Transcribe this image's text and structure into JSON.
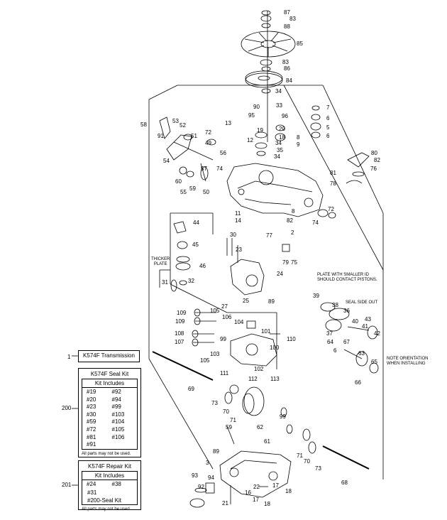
{
  "callouts": {
    "n87": "87",
    "n83a": "83",
    "n88": "88",
    "n85": "85",
    "n83b": "83",
    "n86": "86",
    "n84": "84",
    "n34a": "34",
    "n90": "90",
    "n95": "95",
    "n13": "13",
    "n96": "96",
    "n19": "19",
    "n20": "20",
    "n18": "18",
    "n12": "12",
    "n33": "33",
    "n34b": "34",
    "n35": "35",
    "n34c": "34",
    "n7": "7",
    "n6a": "6",
    "n5": "5",
    "n6b": "6",
    "n8": "8",
    "n9": "9",
    "n58": "58",
    "n53": "53",
    "n52": "52",
    "n91": "91",
    "n51": "51",
    "n72a": "72",
    "n49": "49",
    "n56": "56",
    "n54": "54",
    "n57": "57",
    "n74a": "74",
    "n60": "60",
    "n55": "55",
    "n59": "59",
    "n50": "50",
    "n80": "80",
    "n82a": "82",
    "n76": "76",
    "n81": "81",
    "n78": "78",
    "n11": "11",
    "n14": "14",
    "n82b": "82",
    "n2": "2",
    "n8b": "8",
    "n74b": "74",
    "n72b": "72",
    "n77": "77",
    "n44": "44",
    "n30": "30",
    "n23a": "23",
    "n45": "45",
    "n46": "46",
    "n24": "24",
    "n79": "79",
    "n75": "75",
    "n31": "31",
    "n32": "32",
    "n25": "25",
    "n89a": "89",
    "n39": "39",
    "n38": "38",
    "n36": "36",
    "n37": "37",
    "n40": "40",
    "n43": "43",
    "n41": "41",
    "n42": "42",
    "n64": "64",
    "n63": "63",
    "n67": "67",
    "n65": "65",
    "n66": "66",
    "n109a": "109",
    "n105a": "105",
    "n106": "106",
    "n27": "27",
    "n109b": "109",
    "n104": "104",
    "n101": "101",
    "n108": "108",
    "n107": "107",
    "n99": "99",
    "n103": "103",
    "n105b": "105",
    "n110": "110",
    "n100": "100",
    "n102": "102",
    "n111": "111",
    "n112": "112",
    "n113": "113",
    "n69": "69",
    "n73a": "73",
    "n70a": "70",
    "n71a": "71",
    "n99b": "99",
    "n62": "62",
    "n61": "61",
    "n71b": "71",
    "n70b": "70",
    "n73b": "73",
    "n68": "68",
    "n89b": "89",
    "n3": "3",
    "n93": "93",
    "n92": "92",
    "n94": "94",
    "n22": "22",
    "n17a": "17",
    "n16": "16",
    "n18b": "18",
    "n21": "21",
    "n17b": "17",
    "n18c": "18"
  },
  "notes": {
    "thicker_plate": "THICKER\nPLATE",
    "smaller_id": "PLATE WITH SMALLER ID\nSHOULD CONTACT PISTONS.",
    "seal_side_out": "SEAL SIDE OUT",
    "note_orientation": "NOTE ORIENTATION\nWHEN INSTALLING"
  },
  "transmission": {
    "ref": "1",
    "label": "K574F Transmission"
  },
  "seal_kit": {
    "ref": "200",
    "title": "K574F Seal Kit",
    "kit_includes": "Kit Includes",
    "items": [
      "#19",
      "#92",
      "#20",
      "#94",
      "#23",
      "#99",
      "#30",
      "#103",
      "#59",
      "#104",
      "#72",
      "#105",
      "#81",
      "#106",
      "#91",
      ""
    ],
    "footnote": "All parts may not be used."
  },
  "repair_kit": {
    "ref": "201",
    "title": "K574F Repair Kit",
    "kit_includes": "Kit Includes",
    "row1_left": "#24",
    "row1_right": "#38",
    "row2": "#31",
    "row3": "#200-Seal Kit",
    "footnote": "All parts may not be used."
  }
}
